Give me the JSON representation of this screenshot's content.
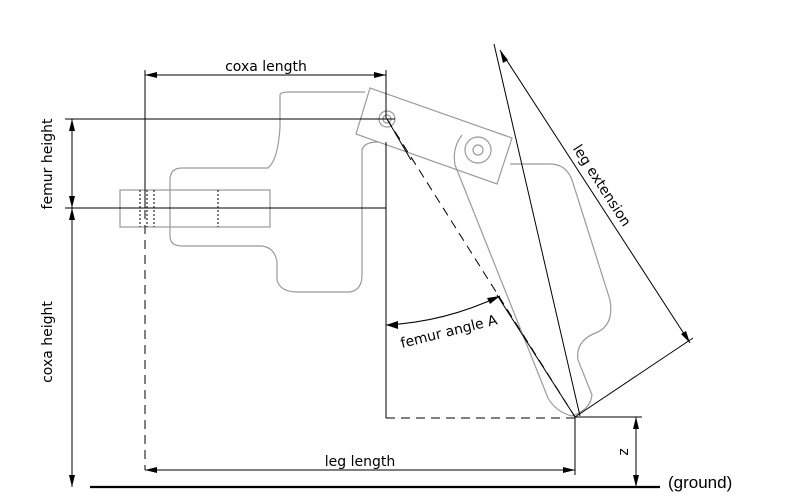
{
  "labels": {
    "coxa_length": "coxa length",
    "femur_height": "femur height",
    "coxa_height": "coxa height",
    "leg_extension": "leg extension",
    "femur_angle": "femur angle A",
    "leg_length": "leg length",
    "z": "z",
    "ground": "(ground)"
  }
}
